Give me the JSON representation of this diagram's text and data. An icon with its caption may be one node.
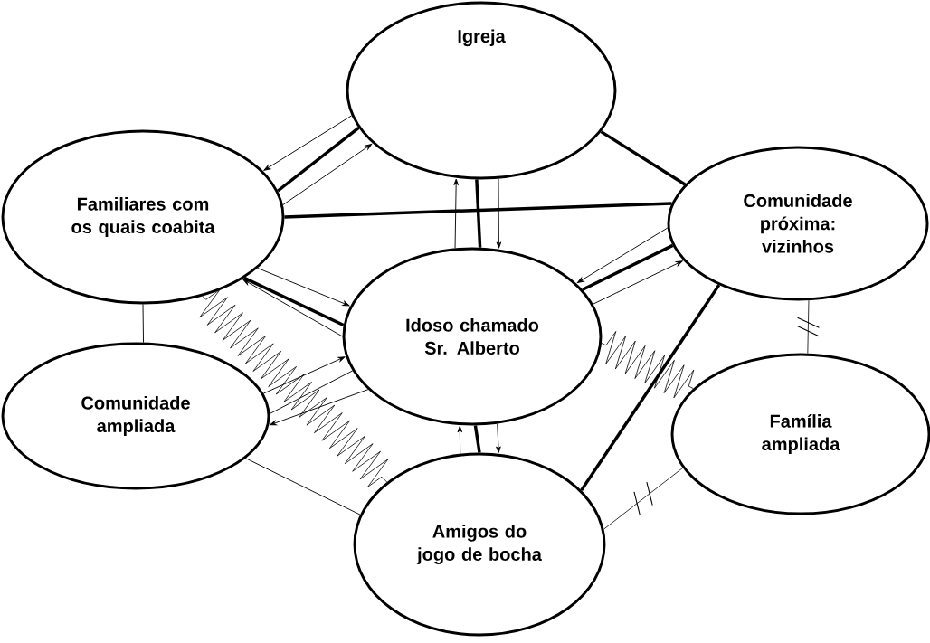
{
  "diagram": {
    "nodes": [
      {
        "text": [
          "Igreja"
        ]
      },
      {
        "text": [
          "Familiares com os quais coabita"
        ]
      },
      {
        "text": [
          "Comunidade próxima: vizinhos"
        ]
      },
      {
        "text": [
          "Idoso chamado Sr. Alberto"
        ]
      },
      {
        "text": [
          "Comunidade ampliada"
        ]
      },
      {
        "text": [
          "Família ampliada"
        ]
      },
      {
        "text": [
          "Amigos do jogo de bocha"
        ]
      }
    ],
    "edges": [
      {
        "from": 0,
        "to": 1,
        "arrow": "none",
        "style": "thick"
      },
      {
        "from": 0,
        "to": 1,
        "arrow": "to"
      },
      {
        "from": 1,
        "to": 0,
        "arrow": "to"
      },
      {
        "from": 0,
        "to": 2,
        "arrow": "none",
        "style": "thick"
      },
      {
        "from": 1,
        "to": 2,
        "arrow": "none",
        "style": "thick"
      },
      {
        "from": 0,
        "to": 3,
        "arrow": "none",
        "style": "thick"
      },
      {
        "from": 3,
        "to": 0,
        "arrow": "to"
      },
      {
        "from": 0,
        "to": 3,
        "arrow": "to"
      },
      {
        "from": 2,
        "to": 3,
        "arrow": "to"
      },
      {
        "from": 3,
        "to": 2,
        "arrow": "none",
        "style": "thick"
      },
      {
        "from": 3,
        "to": 2,
        "arrow": "to"
      },
      {
        "from": 1,
        "to": 3,
        "arrow": "to"
      },
      {
        "from": 1,
        "to": 3,
        "arrow": "none",
        "style": "thick"
      },
      {
        "from": 3,
        "to": 1,
        "arrow": "to"
      },
      {
        "from": 1,
        "to": 4,
        "arrow": "none"
      },
      {
        "from": 1,
        "to": 6,
        "arrow": "none"
      },
      {
        "from": 4,
        "to": 3,
        "arrow": "none"
      },
      {
        "from": 4,
        "to": 3,
        "arrow": "to"
      },
      {
        "from": 3,
        "to": 4,
        "arrow": "to"
      },
      {
        "from": 4,
        "to": 6,
        "arrow": "none"
      },
      {
        "from": 3,
        "to": 6,
        "arrow": "none",
        "style": "thick"
      },
      {
        "from": 6,
        "to": 3,
        "arrow": "to"
      },
      {
        "from": 3,
        "to": 6,
        "arrow": "to"
      },
      {
        "from": 6,
        "to": 2,
        "arrow": "none",
        "style": "thick"
      },
      {
        "from": 3,
        "to": 5,
        "arrow": "none"
      },
      {
        "from": 2,
        "to": 5,
        "arrow": "none"
      },
      {
        "from": 6,
        "to": 5,
        "arrow": "none"
      }
    ]
  }
}
